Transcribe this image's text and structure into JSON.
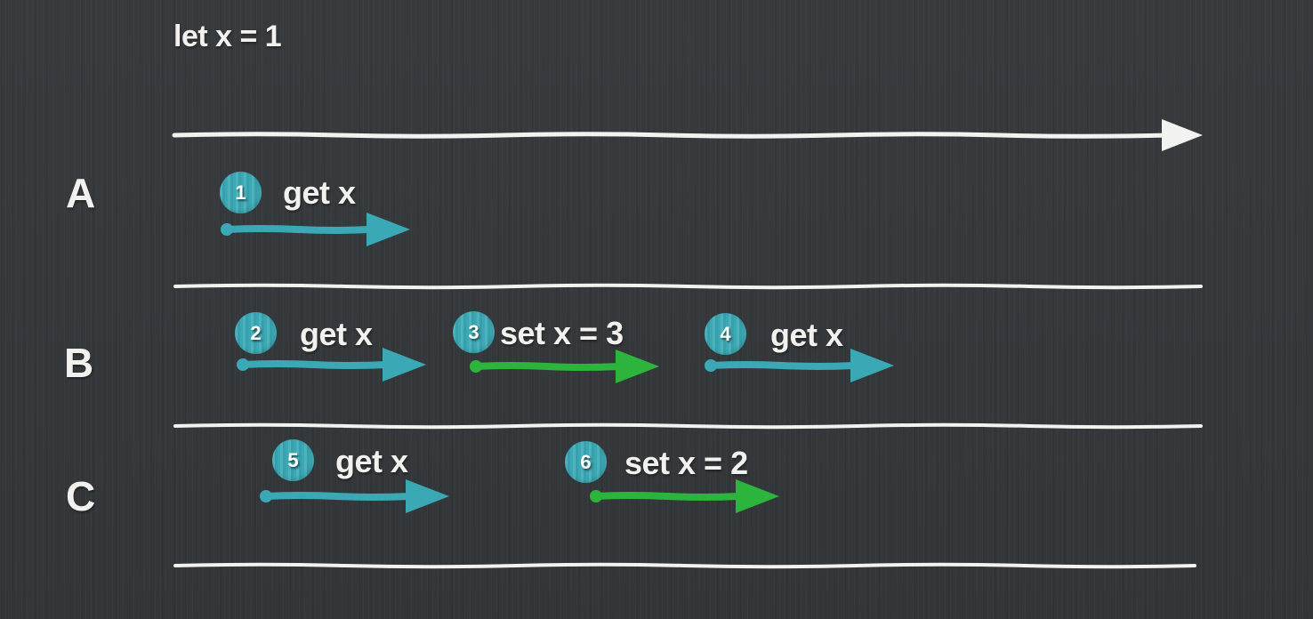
{
  "title": "let x = 1",
  "colors": {
    "background": "#34383b",
    "line_white": "#f2f2ef",
    "text_white": "#f2f1ed",
    "get_teal": "#3aa9b5",
    "set_green": "#2db43d"
  },
  "threads": [
    {
      "label": "A",
      "events": [
        {
          "num": "1",
          "label": "get x",
          "type": "get"
        }
      ]
    },
    {
      "label": "B",
      "events": [
        {
          "num": "2",
          "label": "get x",
          "type": "get"
        },
        {
          "num": "3",
          "label": "set x = 3",
          "type": "set"
        },
        {
          "num": "4",
          "label": "get x",
          "type": "get"
        }
      ]
    },
    {
      "label": "C",
      "events": [
        {
          "num": "5",
          "label": "get x",
          "type": "get"
        },
        {
          "num": "6",
          "label": "set x = 2",
          "type": "set"
        }
      ]
    }
  ]
}
